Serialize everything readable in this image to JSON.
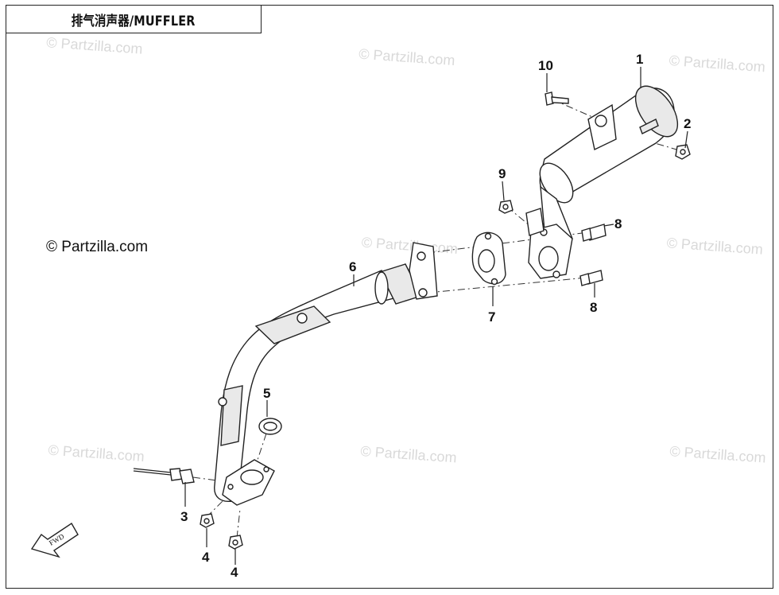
{
  "title": "排气消声器/MUFFLER",
  "copyright": "© Partzilla.com",
  "watermark": "© Partzilla.com",
  "fwd_label": "FWD",
  "callouts": {
    "c1": "1",
    "c2": "2",
    "c3": "3",
    "c4a": "4",
    "c4b": "4",
    "c5": "5",
    "c6": "6",
    "c7": "7",
    "c8a": "8",
    "c8b": "8",
    "c9": "9",
    "c10": "10"
  }
}
